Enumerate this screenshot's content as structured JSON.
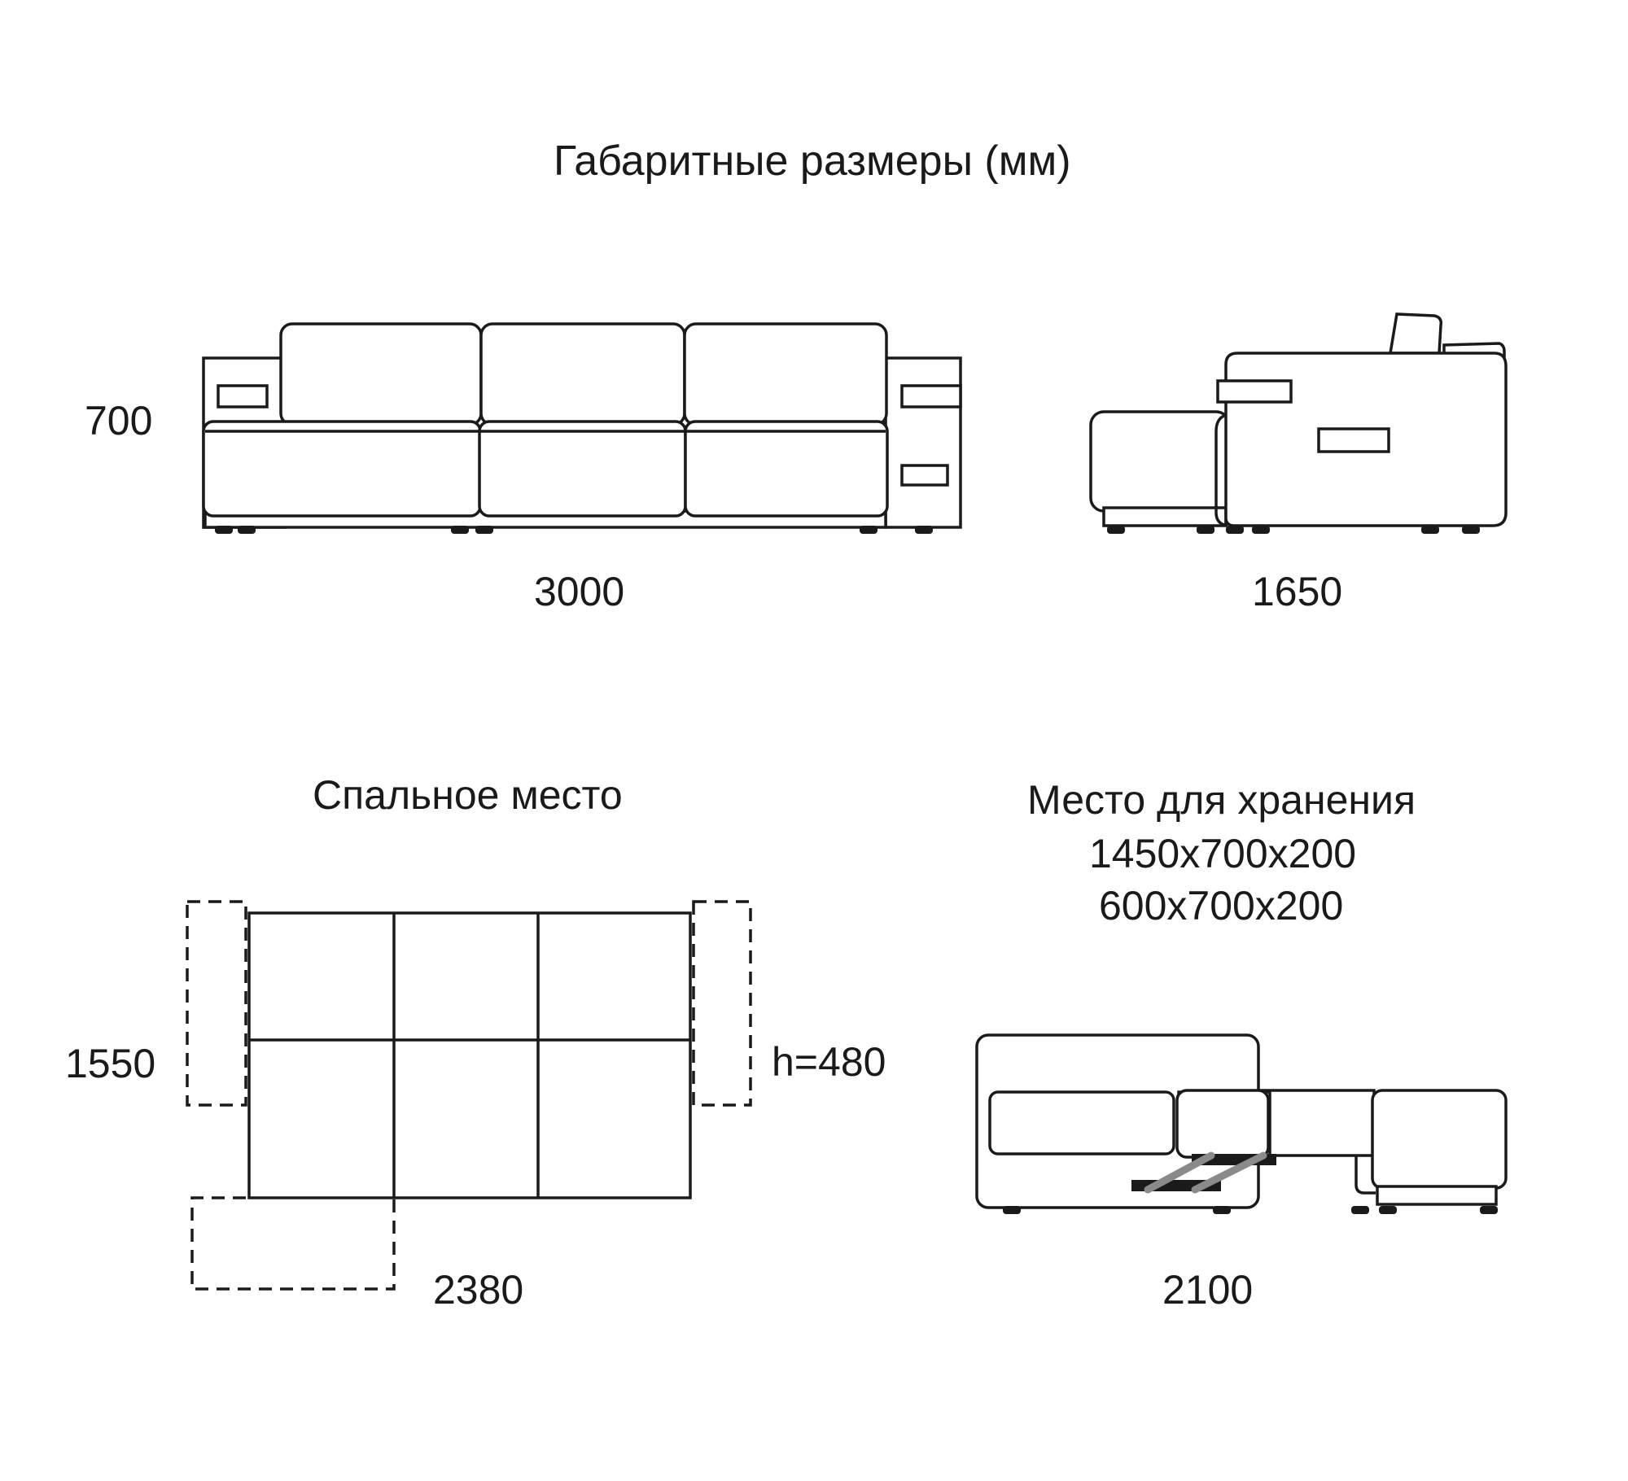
{
  "title": "Габаритные размеры (мм)",
  "front_view": {
    "height_label": "700",
    "width_label": "3000"
  },
  "side_view": {
    "depth_label": "1650"
  },
  "sleeping": {
    "title": "Спальное место",
    "width_label": "2380",
    "length_label": "1550",
    "height_label": "h=480"
  },
  "storage": {
    "title": "Место для хранения",
    "sizes": [
      "1450х700х200",
      "600х700х200"
    ],
    "length_label": "2100"
  }
}
